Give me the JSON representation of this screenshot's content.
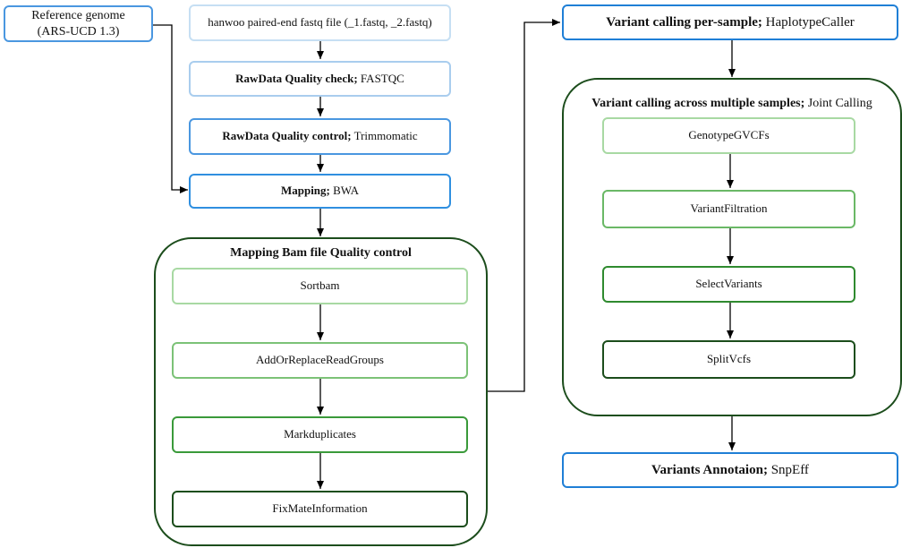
{
  "colors": {
    "light_blue": "#a9cdee",
    "mid_blue": "#7fb6ea",
    "blue": "#2f8fe0",
    "strong_blue": "#1f7fd6",
    "light_green": "#9fd39a",
    "mid_green": "#5fae5a",
    "green": "#3a9a3a",
    "dark_green": "#1c4d1c",
    "edge": "#000000"
  },
  "nodes": {
    "reference": {
      "line1": "Reference genome",
      "line2": "(ARS-UCD 1.3)"
    },
    "fastq": {
      "bold": "",
      "text": "hanwoo paired-end fastq file (_1.fastq, _2.fastq)"
    },
    "qc_check": {
      "bold": "RawData Quality check;",
      "text": " FASTQC"
    },
    "qc_control": {
      "bold": "RawData Quality control;",
      "text": " Trimmomatic"
    },
    "mapping": {
      "bold": "Mapping;",
      "text": " BWA"
    },
    "sortbam": {
      "text": "Sortbam"
    },
    "readgroups": {
      "text": "AddOrReplaceReadGroups"
    },
    "markdup": {
      "text": "Markduplicates"
    },
    "fixmate": {
      "text": "FixMateInformation"
    },
    "haplotype": {
      "bold": "Variant calling per-sample;",
      "text": " HaplotypeCaller"
    },
    "genotype": {
      "text": "GenotypeGVCFs"
    },
    "filtration": {
      "text": "VariantFiltration"
    },
    "select": {
      "text": "SelectVariants"
    },
    "split": {
      "text": "SplitVcfs"
    },
    "annotation": {
      "bold": "Variants Annotaion;",
      "text": " SnpEff"
    }
  },
  "groups": {
    "bam_qc": {
      "bold": "Mapping Bam file Quality control",
      "text": ""
    },
    "joint": {
      "bold": "Variant calling across multiple samples;",
      "text": " Joint Calling"
    }
  }
}
